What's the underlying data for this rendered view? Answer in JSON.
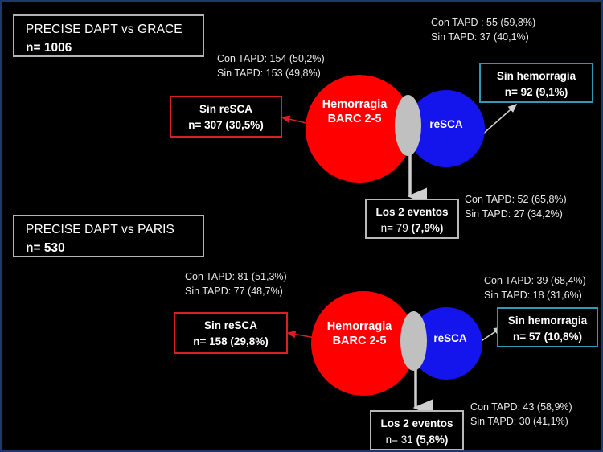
{
  "slide": {
    "background_color": "#000000",
    "border_color": "#1b3a6b",
    "colors": {
      "hemorragia_circle": "#fe0000",
      "resca_circle": "#1414ec",
      "overlap_lens": "#c0c0c0",
      "red_box_border": "#d91f1f",
      "cyan_box_border": "#2e9bb5",
      "white_box_border": "#b9b9b9",
      "title_box_border": "#b3b3b3"
    }
  },
  "panels": [
    {
      "id": "grace",
      "title": {
        "line1": "PRECISE DAPT vs GRACE",
        "line2": "n= 1006"
      },
      "venn": {
        "left_label_line1": "Hemorragia",
        "left_label_line2": "BARC 2-5",
        "right_label": "reSCA"
      },
      "stats_top_left": {
        "line1": "Con TAPD:  154 (50,2%)",
        "line2": "Sin TAPD: 153 (49,8%)"
      },
      "stats_top_right": {
        "line1": "Con TAPD :  55 (59,8%)",
        "line2": "Sin TAPD: 37 (40,1%)"
      },
      "stats_bottom_right": {
        "line1": "Con TAPD:  52 (65,8%)",
        "line2": "Sin TAPD: 27 (34,2%)"
      },
      "box_left": {
        "line1": "Sin reSCA",
        "line2": "n= 307 (30,5%)"
      },
      "box_right": {
        "line1": "Sin hemorragia",
        "line2": "n= 92 (9,1%)"
      },
      "box_bottom": {
        "line1": "Los 2 eventos",
        "line2_prefix": "n= 79 ",
        "line2_bold": "(7,9%)"
      }
    },
    {
      "id": "paris",
      "title": {
        "line1": "PRECISE DAPT vs PARIS",
        "line2": "n= 530"
      },
      "venn": {
        "left_label_line1": "Hemorragia",
        "left_label_line2": "BARC 2-5",
        "right_label": "reSCA"
      },
      "stats_top_left": {
        "line1": "Con TAPD: 81 (51,3%)",
        "line2": "Sin TAPD: 77 (48,7%)"
      },
      "stats_top_right": {
        "line1": "Con TAPD:  39 (68,4%)",
        "line2": "Sin TAPD: 18 (31,6%)"
      },
      "stats_bottom_right": {
        "line1": "Con TAPD:  43 (58,9%)",
        "line2": "Sin TAPD: 30 (41,1%)"
      },
      "box_left": {
        "line1": "Sin reSCA",
        "line2": "n= 158 (29,8%)"
      },
      "box_right": {
        "line1": "Sin hemorragia",
        "line2": "n= 57 (10,8%)"
      },
      "box_bottom": {
        "line1": "Los 2 eventos",
        "line2_prefix": "n= 31 ",
        "line2_bold": "(5,8%)"
      }
    }
  ]
}
